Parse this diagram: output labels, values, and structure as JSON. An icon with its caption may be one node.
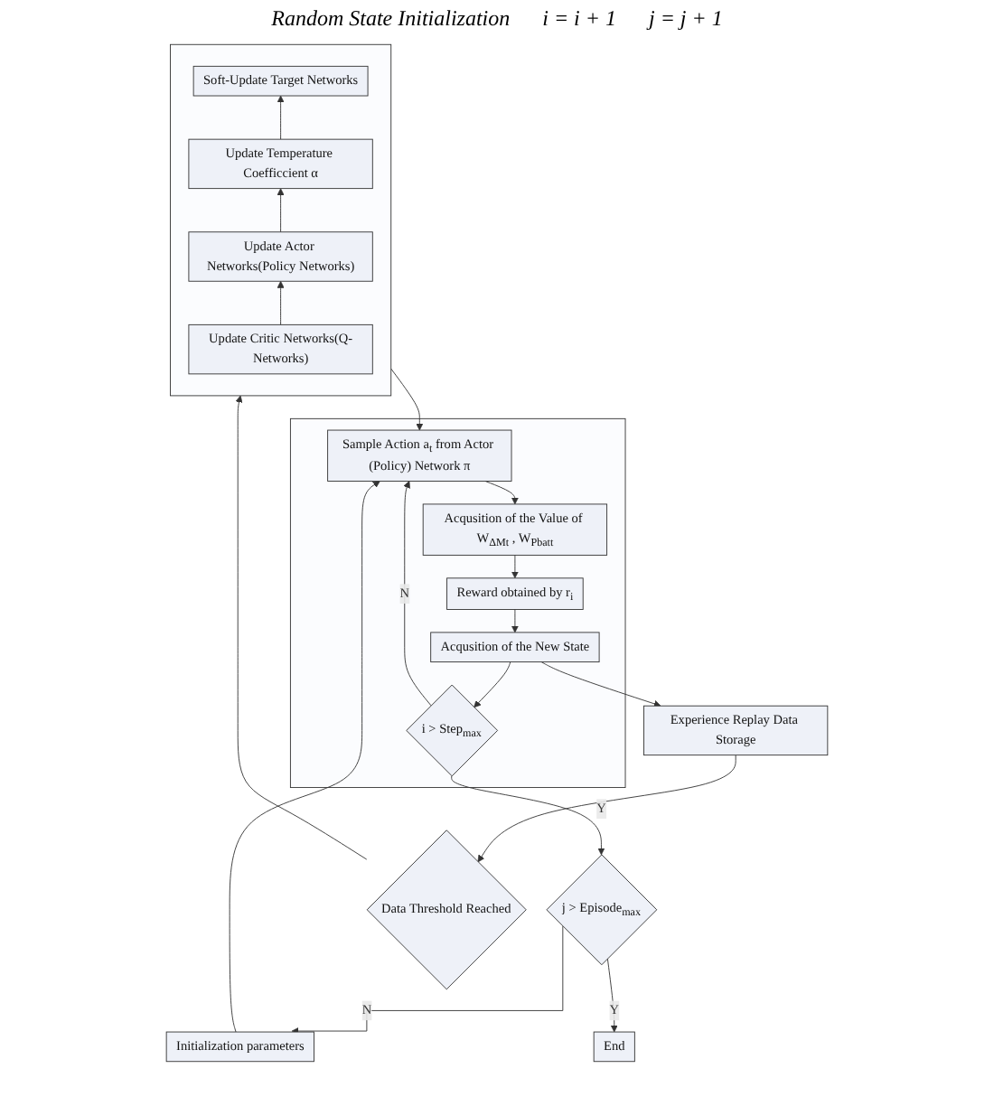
{
  "diagram": {
    "nodes": [
      {
        "text": [
          "Initialization parameters"
        ]
      },
      {
        "text": [],
        "shape": "box"
      },
      {
        "text": [
          "Sample Action a$_{t}$ from Actor (Policy) Network π"
        ],
        "in": 1
      },
      {
        "text": [
          "Acqusition of the Value of W$_{ΔMt}$ , W$_{Pbatt}$"
        ],
        "in": 1
      },
      {
        "text": [
          "Reward obtained by r$_{i}$"
        ],
        "in": 1
      },
      {
        "text": [
          "Acqusition of the New State"
        ],
        "in": 1
      },
      {
        "text": [
          "i > Step$_{max}$"
        ],
        "in": 1
      },
      {
        "text": [
          "j > Episode$_{max}$"
        ]
      },
      {
        "text": [
          "End"
        ]
      },
      {
        "text": [],
        "shape": "box"
      },
      {
        "text": [
          "Soft-Update Target Networks"
        ],
        "in": 9
      },
      {
        "text": [
          "Update Temperature Coefficcient α"
        ],
        "in": 9
      },
      {
        "text": [
          "Update Actor Networks(Policy Networks)"
        ],
        "in": 9
      },
      {
        "text": [
          "Update Critic Networks(Q-Networks)"
        ],
        "in": 9
      },
      {
        "text": [
          "Data Threshold Reached"
        ]
      },
      {
        "text": [
          "Experience Replay Data Storage"
        ]
      }
    ],
    "edges": [
      {
        "from": 0,
        "to": 2,
        "arrow": "to"
      },
      {
        "from": 2,
        "to": 3,
        "arrow": "to"
      },
      {
        "from": 3,
        "to": 4,
        "arrow": "to"
      },
      {
        "from": 4,
        "to": 5,
        "arrow": "to"
      },
      {
        "from": 5,
        "to": 6,
        "arrow": "to"
      },
      {
        "from": 6,
        "to": 2,
        "arrow": "to",
        "label": "N"
      },
      {
        "from": 6,
        "to": 7,
        "arrow": "to",
        "label": "Y"
      },
      {
        "from": 7,
        "to": 0,
        "arrow": "to",
        "label": "N"
      },
      {
        "from": 7,
        "to": 8,
        "arrow": "to",
        "label": "Y"
      },
      {
        "from": 5,
        "to": 15,
        "arrow": "to"
      },
      {
        "from": 15,
        "to": 14,
        "arrow": "to"
      },
      {
        "from": 14,
        "to": 9,
        "arrow": "to"
      },
      {
        "from": 13,
        "to": 12,
        "arrow": "to"
      },
      {
        "from": 12,
        "to": 11,
        "arrow": "to"
      },
      {
        "from": 11,
        "to": 10,
        "arrow": "to"
      },
      {
        "from": 9,
        "to": 2,
        "arrow": "to"
      }
    ],
    "labels": [
      "Random State Initialization",
      "i = i + 1",
      "j = j + 1"
    ]
  }
}
